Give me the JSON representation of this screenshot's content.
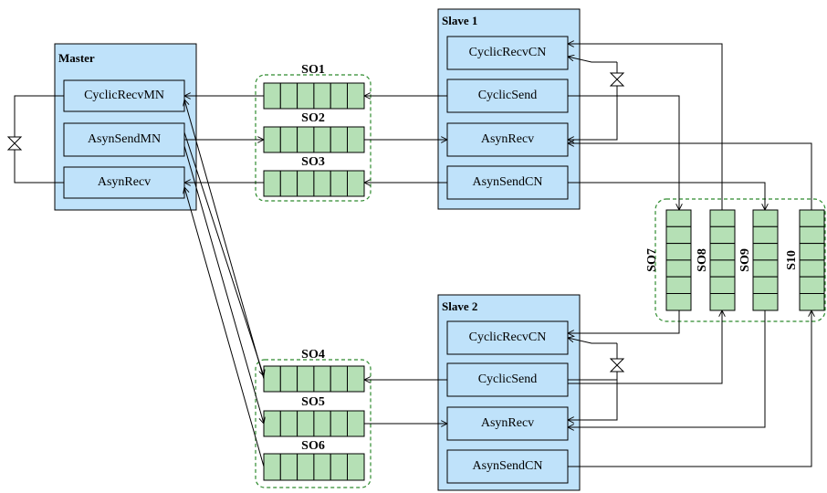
{
  "groups": {
    "master": {
      "title": "Master",
      "blocks": {
        "cyclic_recv": "CyclicRecvMN",
        "asyn_send": "AsynSendMN",
        "asyn_recv": "AsynRecv"
      }
    },
    "slave1": {
      "title": "Slave 1",
      "blocks": {
        "cyclic_recv": "CyclicRecvCN",
        "cyclic_send": "CyclicSend",
        "asyn_recv": "AsynRecv",
        "asyn_send": "AsynSendCN"
      }
    },
    "slave2": {
      "title": "Slave 2",
      "blocks": {
        "cyclic_recv": "CyclicRecvCN",
        "cyclic_send": "CyclicSend",
        "asyn_recv": "AsynRecv",
        "asyn_send": "AsynSendCN"
      }
    }
  },
  "queues": {
    "so1": "SO1",
    "so2": "SO2",
    "so3": "SO3",
    "so4": "SO4",
    "so5": "SO5",
    "so6": "SO6",
    "so7": "SO7",
    "so8": "SO8",
    "so9": "SO9",
    "so10": "S10"
  },
  "colors": {
    "block_fill": "#bfe2fa",
    "queue_cell_fill": "#b5e0b5",
    "queue_group_border": "#2e8b2e"
  }
}
